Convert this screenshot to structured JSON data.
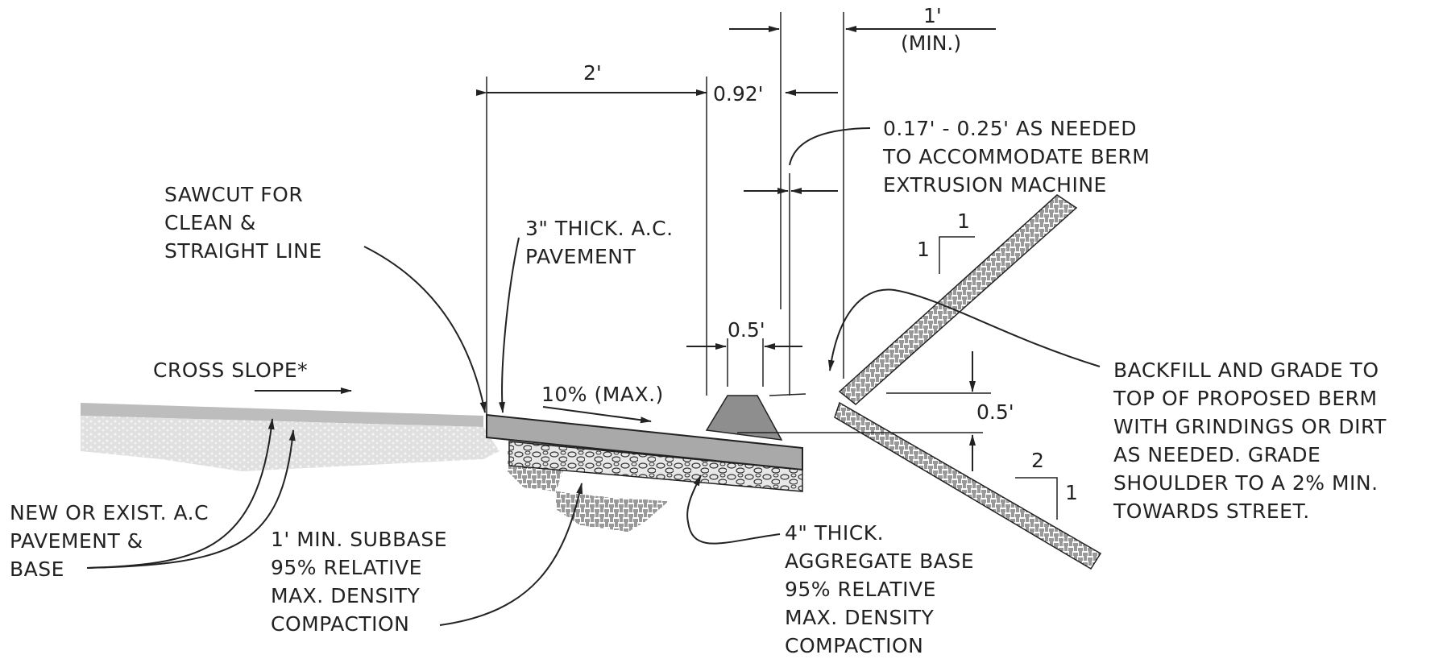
{
  "dimensions": {
    "width_2ft": "2'",
    "width_092ft": "0.92'",
    "width_1ft": "1'",
    "width_1ft_min": "(MIN.)",
    "berm_top": "0.5'",
    "berm_height": "0.5'"
  },
  "notes": {
    "extrusion": [
      "0.17' - 0.25' AS NEEDED",
      "TO ACCOMMODATE BERM",
      "EXTRUSION MACHINE"
    ],
    "sawcut": [
      "SAWCUT FOR",
      "CLEAN &",
      "STRAIGHT LINE"
    ],
    "ac_pavement": [
      "3\" THICK. A.C.",
      "PAVEMENT"
    ],
    "cross_slope": "CROSS SLOPE*",
    "slope_max": "10% (MAX.)",
    "backfill": [
      "BACKFILL AND GRADE TO",
      "TOP OF PROPOSED BERM",
      "WITH GRINDINGS OR DIRT",
      "AS NEEDED.  GRADE",
      "SHOULDER TO A 2% MIN.",
      "TOWARDS STREET."
    ],
    "existing_pavement": [
      "NEW OR EXIST. A.C",
      "PAVEMENT &",
      "BASE"
    ],
    "subbase": [
      "1' MIN. SUBBASE",
      "95% RELATIVE",
      "MAX. DENSITY",
      "COMPACTION"
    ],
    "aggregate_base": [
      "4\" THICK.",
      "AGGREGATE BASE",
      "95% RELATIVE",
      "MAX. DENSITY",
      "COMPACTION"
    ]
  },
  "slope_ratios": {
    "upper_run": "1",
    "upper_rise": "1",
    "lower_run": "2",
    "lower_rise": "1"
  }
}
